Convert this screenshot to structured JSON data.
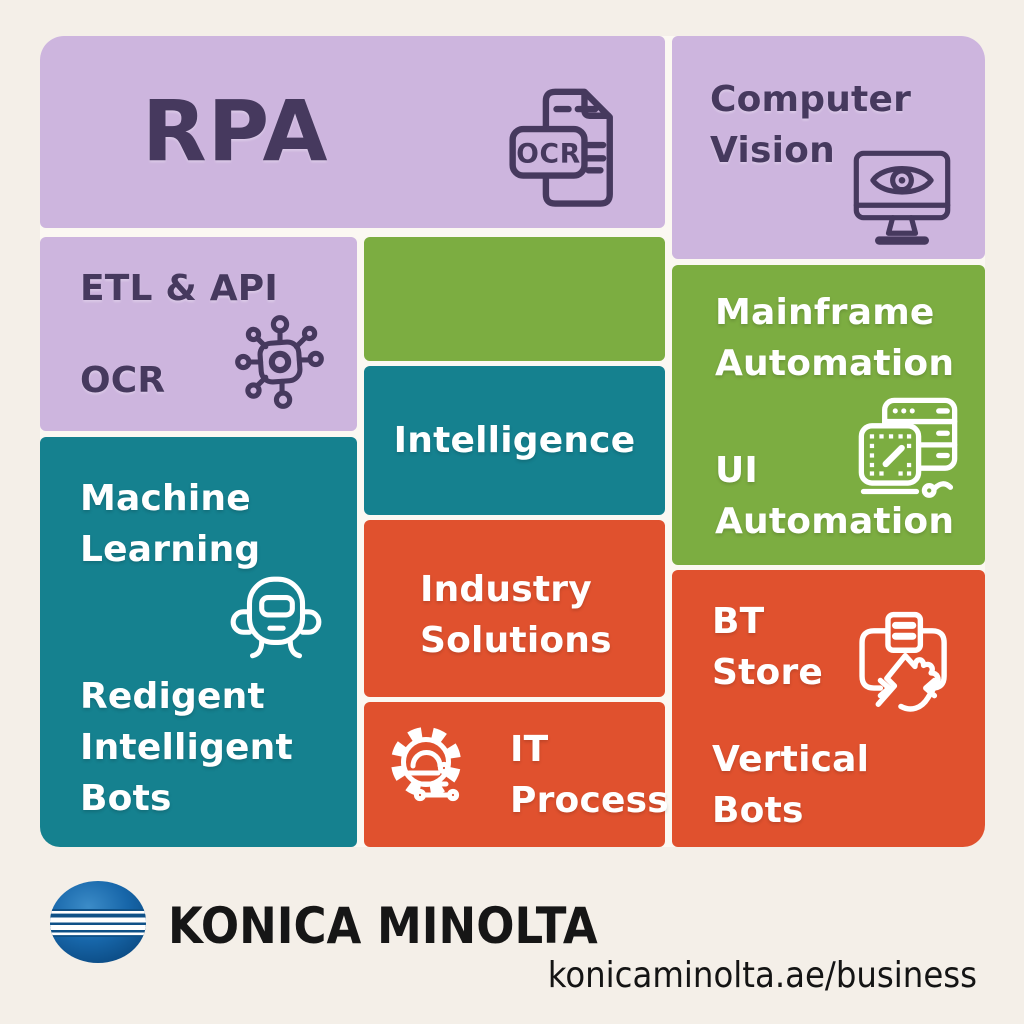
{
  "colors": {
    "background": "#f4efe8",
    "tile_gap": "#fbf8f2",
    "lavender": "#cdb5de",
    "teal": "#15818f",
    "orange": "#e0512e",
    "green": "#7cad41",
    "dark_purple_text": "#46395e",
    "white_text": "#ffffff",
    "brand_blue": "#1766a9",
    "footer_text": "#161616"
  },
  "tiles": {
    "rpa": {
      "label": "RPA",
      "icon": "ocr-document-icon",
      "icon_badge_text": "OCR"
    },
    "computer_vision": {
      "line1": "Computer",
      "line2": "Vision",
      "icon": "monitor-eye-icon"
    },
    "etl_api_ocr": {
      "line1": "ETL & API",
      "line2": "OCR",
      "icon": "hub-network-icon"
    },
    "machine_learning": {
      "line1": "Machine",
      "line2": "Learning",
      "line3": "Redigent",
      "line4": "Intelligent",
      "line5": "Bots",
      "icon": "robot-icon"
    },
    "intelligence": {
      "label": "Intelligence"
    },
    "industry_solutions": {
      "line1": "Industry",
      "line2": "Solutions"
    },
    "it_process": {
      "line1": "IT",
      "line2": "Process",
      "icon": "gear-process-icon"
    },
    "mainframe_ui_automation": {
      "line1": "Mainframe",
      "line2": "Automation",
      "line3": "UI",
      "line4": "Automation",
      "icon": "mainframe-terminal-icon"
    },
    "bt_store_vertical_bots": {
      "line1": "BT",
      "line2": "Store",
      "line3": "Vertical",
      "line4": "Bots",
      "icon": "touch-select-icon"
    }
  },
  "footer": {
    "brand": "KONICA MINOLTA",
    "website": "konicaminolta.ae/business",
    "logo": "konica-minolta-globe-logo"
  }
}
